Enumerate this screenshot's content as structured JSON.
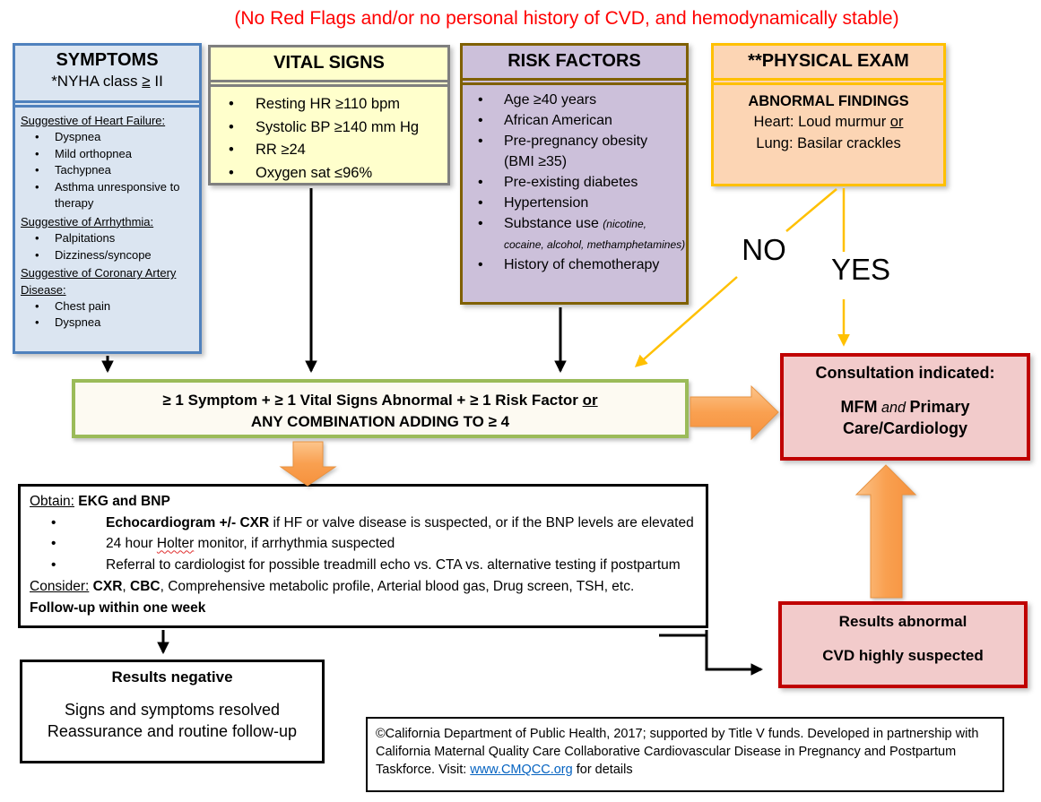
{
  "glyphs": {
    "bullet": "•"
  },
  "title": "(No Red Flags and/or no personal history of CVD, and hemodynamically stable)",
  "labels": {
    "no": "NO",
    "yes": "YES"
  },
  "symptoms_box": {
    "header": "SYMPTOMS",
    "subheader_parts": [
      {
        "t": "*NYHA class "
      },
      {
        "t": "≥",
        "u": 1
      },
      {
        "t": " II"
      }
    ],
    "sections": [
      {
        "heading": "Suggestive of Heart Failure:",
        "items": [
          "Dyspnea",
          "Mild orthopnea",
          "Tachypnea",
          "Asthma unresponsive to therapy"
        ]
      },
      {
        "heading": "Suggestive of Arrhythmia:",
        "items": [
          "Palpitations",
          "Dizziness/syncope"
        ]
      },
      {
        "heading": "Suggestive of Coronary Artery Disease:",
        "items": [
          "Chest pain",
          "Dyspnea"
        ]
      }
    ]
  },
  "vital_signs_box": {
    "header": "VITAL SIGNS",
    "items": [
      "Resting HR ≥110 bpm",
      "Systolic BP ≥140 mm Hg",
      "RR ≥24",
      "Oxygen sat ≤96%"
    ]
  },
  "risk_factors_box": {
    "header": "RISK FACTORS",
    "rows": [
      {
        "bullet": 1,
        "parts": [
          {
            "t": "Age ≥40 years"
          }
        ]
      },
      {
        "bullet": 1,
        "parts": [
          {
            "t": "African American"
          }
        ]
      },
      {
        "bullet": 1,
        "parts": [
          {
            "t": "Pre-pregnancy obesity"
          }
        ]
      },
      {
        "bullet": 0,
        "parts": [
          {
            "t": "(BMI ≥35)"
          }
        ]
      },
      {
        "bullet": 1,
        "parts": [
          {
            "t": "Pre-existing diabetes"
          }
        ]
      },
      {
        "bullet": 1,
        "parts": [
          {
            "t": "Hypertension"
          }
        ]
      },
      {
        "bullet": 1,
        "parts": [
          {
            "t": "Substance use "
          },
          {
            "t": "(nicotine, cocaine, alcohol, methamphetamines)",
            "i": 1,
            "sz": 0.75
          }
        ]
      },
      {
        "bullet": 1,
        "parts": [
          {
            "t": "History of chemotherapy"
          }
        ]
      }
    ]
  },
  "physical_exam_box": {
    "header": "**PHYSICAL EXAM",
    "findings_title": "ABNORMAL FINDINGS",
    "line1_parts": [
      {
        "t": "Heart: Loud murmur "
      },
      {
        "t": "or",
        "u": 1
      }
    ],
    "line2": "Lung: Basilar crackles"
  },
  "criteria_box": {
    "line1_parts": [
      {
        "t": "≥ 1 Symptom + ≥ 1 Vital Signs Abnormal + ≥ 1 Risk Factor "
      },
      {
        "t": "or",
        "u": 1
      }
    ],
    "line2": "ANY COMBINATION ADDING TO ≥  4"
  },
  "consultation_box": {
    "line1": "Consultation indicated:",
    "line2_parts": [
      {
        "t": "MFM",
        "b": 1
      },
      {
        "t": " and ",
        "i": 1,
        "fw": "400",
        "sz": 0.9
      },
      {
        "t": "Primary",
        "b": 1
      }
    ],
    "line3": "Care/Cardiology"
  },
  "workup_box": {
    "rows": [
      {
        "bullet": 0,
        "parts": [
          {
            "t": "Obtain:",
            "u": 1
          },
          {
            "t": " "
          },
          {
            "t": "EKG and BNP",
            "b": 1
          }
        ]
      },
      {
        "bullet": 1,
        "parts": [
          {
            "t": "Echocardiogram +/- CXR",
            "b": 1
          },
          {
            "t": " if HF or valve disease is suspected, or if the BNP levels are elevated"
          }
        ]
      },
      {
        "bullet": 1,
        "parts": [
          {
            "t": "24 hour "
          },
          {
            "t": "Holter",
            "cls": "wavy"
          },
          {
            "t": " monitor, if arrhythmia suspected"
          }
        ]
      },
      {
        "bullet": 1,
        "parts": [
          {
            "t": "Referral to cardiologist for possible treadmill echo vs. CTA vs. alternative testing if postpartum"
          }
        ]
      },
      {
        "bullet": 0,
        "parts": [
          {
            "t": "Consider:",
            "u": 1
          },
          {
            "t": " "
          },
          {
            "t": "CXR",
            "b": 1
          },
          {
            "t": ", "
          },
          {
            "t": "CBC",
            "b": 1
          },
          {
            "t": ", Comprehensive metabolic profile, Arterial blood gas, Drug screen, TSH, etc."
          }
        ]
      },
      {
        "bullet": 0,
        "parts": [
          {
            "t": "Follow-up within one week",
            "b": 1
          }
        ]
      }
    ]
  },
  "results_negative_box": {
    "title": "Results negative",
    "line1": "Signs and symptoms resolved",
    "line2": "Reassurance and routine follow-up"
  },
  "results_abnormal_box": {
    "line1": "Results abnormal",
    "line2": "CVD highly suspected"
  },
  "footer_box": {
    "parts": [
      {
        "t": "©California Department of Public Health, 2017; supported by Title V funds. Developed in partnership with California Maternal Quality Care Collaborative Cardiovascular Disease in Pregnancy and Postpartum Taskforce. Visit: "
      },
      {
        "t": "www.CMQCC.org",
        "cls": "link",
        "name": "cmqcc-link",
        "inter": "true"
      },
      {
        "t": " for details"
      }
    ]
  },
  "colors": {
    "title_red": "#ff0000",
    "symptoms_border": "#4f81bd",
    "symptoms_fill": "#dbe5f1",
    "vitals_border": "#7f7f7f",
    "vitals_fill": "#ffffcc",
    "risk_border": "#7f6000",
    "risk_fill": "#ccc0da",
    "exam_border": "#ffc000",
    "exam_fill": "#fcd5b4",
    "criteria_border": "#9bbb59",
    "criteria_fill": "#fdfaf2",
    "alert_border": "#c00000",
    "alert_fill": "#f2cbcb",
    "arrow_orange": "#f79646",
    "arrow_yellow": "#ffc000",
    "link_blue": "#0563c1"
  }
}
